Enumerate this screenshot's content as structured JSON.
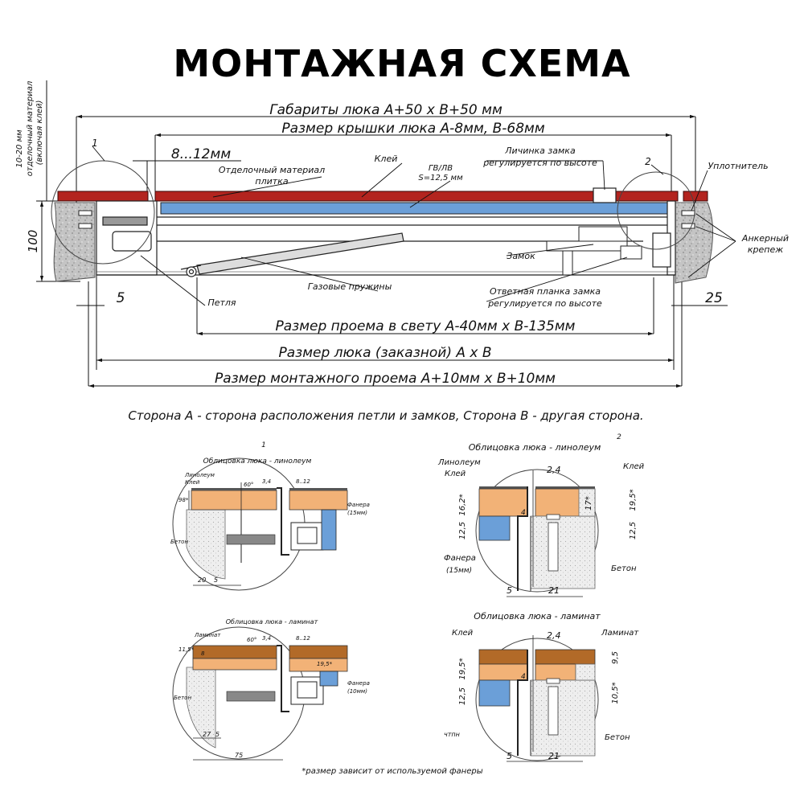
{
  "title": "МОНТАЖНАЯ СХЕМА",
  "main": {
    "dim_gabarity": "Габариты люка А+50 х В+50 мм",
    "dim_lid": "Размер крышки люка А-8мм, В-68мм",
    "dim_gap": "8...12мм",
    "lbl_finish_1": "Отделочный материал",
    "lbl_finish_2": "плитка",
    "lbl_glue": "Клей",
    "lbl_gvl_1": "ГВ/ЛВ",
    "lbl_gvl_2": "S=12,5 мм",
    "lbl_lock_cyl_1": "Личинка замка",
    "lbl_lock_cyl_2": "регулируется по высоте",
    "lbl_seal": "Уплотнитель",
    "lbl_anchor_1": "Анкерный",
    "lbl_anchor_2": "крепеж",
    "lbl_lock": "Замок",
    "lbl_strike_1": "Ответная планка замка",
    "lbl_strike_2": "регулируется по высоте",
    "lbl_springs": "Газовые пружины",
    "lbl_hinge": "Петля",
    "lbl_side_1": "10-20 мм",
    "lbl_side_2": "отделочный материал",
    "lbl_side_3": "(включая клей)",
    "lbl_100": "100",
    "lbl_5": "5",
    "lbl_25": "25",
    "callout_1": "1",
    "callout_2": "2",
    "dim_clear": "Размер проема в свету А-40мм х В-135мм",
    "dim_hatch": "Размер люка (заказной) А х В",
    "dim_mount": "Размер монтажного проема А+10мм х В+10мм"
  },
  "note_sides": "Сторона А - сторона расположения петли и замков, Сторона В - другая сторона.",
  "details": {
    "d1_num": "1",
    "d2_num": "2",
    "d1a": {
      "title": "Облицовка люка - линолеум",
      "lbl_cover": "Линолеум",
      "lbl_glue": "Клей",
      "dim_98": "98*",
      "dim_60": "60°",
      "dim_34": "3,4",
      "dim_812": "8..12",
      "lbl_ply_1": "Фанера",
      "lbl_ply_2": "(15мм)",
      "lbl_concrete": "Бетон",
      "dim_20": "20",
      "dim_5": "5"
    },
    "d1b": {
      "title": "Облицовка люка - ламинат",
      "lbl_cover": "Ламинат",
      "dim_115": "11,5*",
      "dim_8": "8",
      "dim_60": "60°",
      "dim_34": "3,4",
      "dim_812": "8..12",
      "dim_195": "19,5*",
      "lbl_ply_1": "Фанера",
      "lbl_ply_2": "(10мм)",
      "lbl_concrete": "Бетон",
      "dim_27": "27",
      "dim_5": "5",
      "dim_75": "75"
    },
    "d2a": {
      "title": "Облицовка люка - линолеум",
      "lbl_cover": "Линолеум",
      "lbl_glue": "Клей",
      "lbl_glue_r": "Клей",
      "dim_24": "2,4",
      "dim_162": "16,2*",
      "dim_17": "17*",
      "dim_195": "19,5*",
      "dim_125": "12,5",
      "dim_125r": "12,5",
      "dim_4": "4",
      "lbl_ply_1": "Фанера",
      "lbl_ply_2": "(15мм)",
      "lbl_concrete": "Бетон",
      "dim_5": "5",
      "dim_21": "21"
    },
    "d2b": {
      "title": "Облицовка люка - ламинат",
      "lbl_glue": "Клей",
      "lbl_cover": "Ламинат",
      "dim_24": "2,4",
      "dim_195": "19,5*",
      "dim_95": "9,5",
      "dim_125": "12,5",
      "dim_105": "10,5*",
      "dim_4": "4",
      "lbl_concrete": "Бетон",
      "lbl_stamp": "чтпн",
      "dim_5": "5",
      "dim_21": "21"
    }
  },
  "footnote": "*размер зависит от используемой фанеры",
  "colors": {
    "finish_red": "#b3241f",
    "drywall_blue": "#6b9fd8",
    "plywood_orange": "#f2b277",
    "laminate_brown": "#b26a28",
    "concrete_gray": "#bdbdbd"
  }
}
